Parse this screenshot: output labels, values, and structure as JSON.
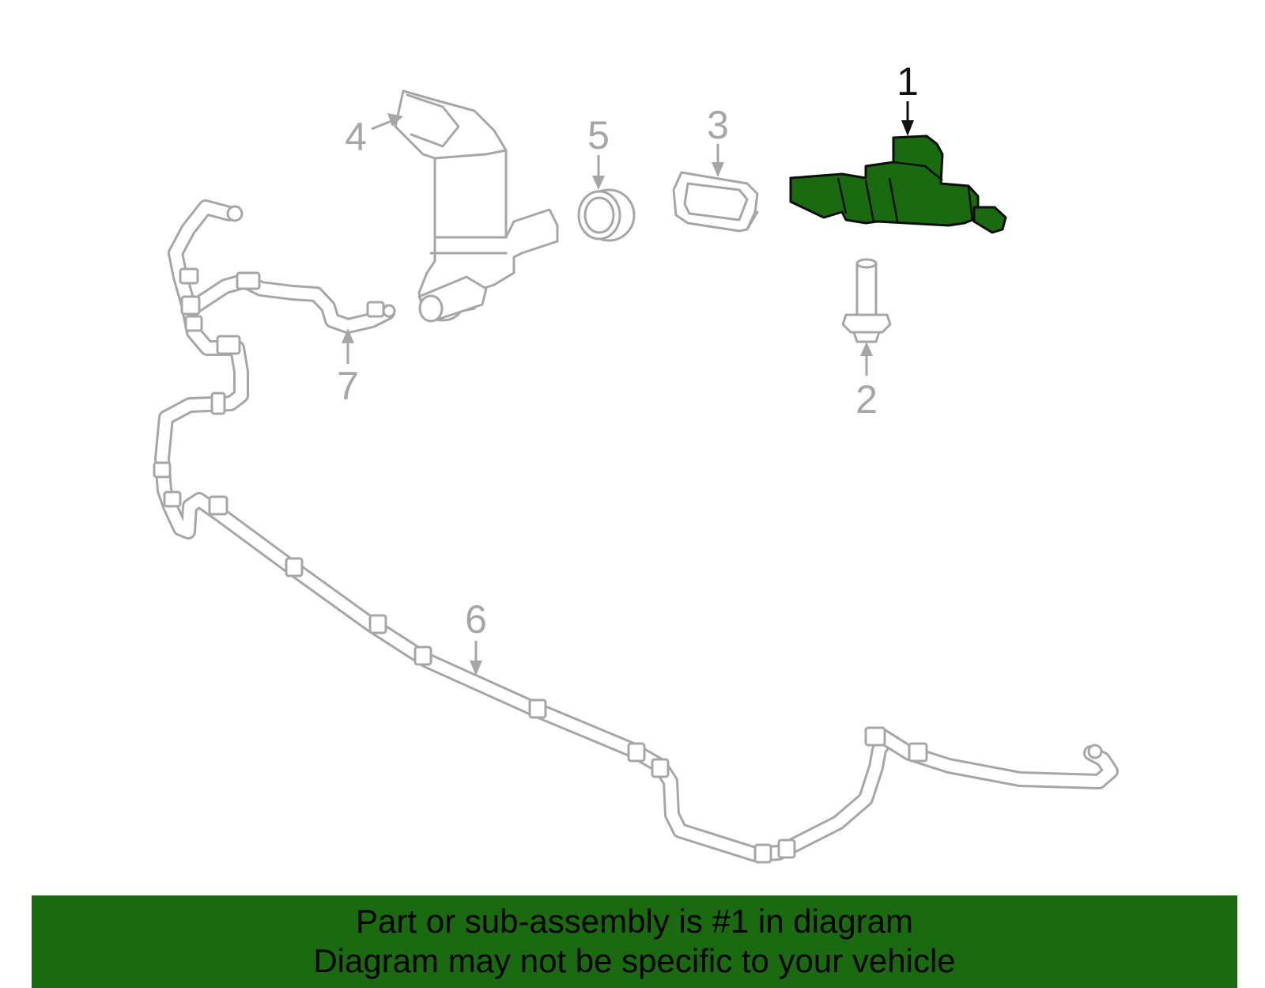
{
  "callouts": {
    "c1": "1",
    "c2": "2",
    "c3": "3",
    "c4": "4",
    "c5": "5",
    "c6": "6",
    "c7": "7"
  },
  "highlighted_part": "1",
  "colors": {
    "highlight": "#1a6b0f",
    "outline": "#a6a6a6",
    "banner": "#1a6b0f"
  },
  "banner": {
    "line1": "Part or sub-assembly is #1 in diagram",
    "line2": "Diagram may not be specific to your vehicle"
  }
}
